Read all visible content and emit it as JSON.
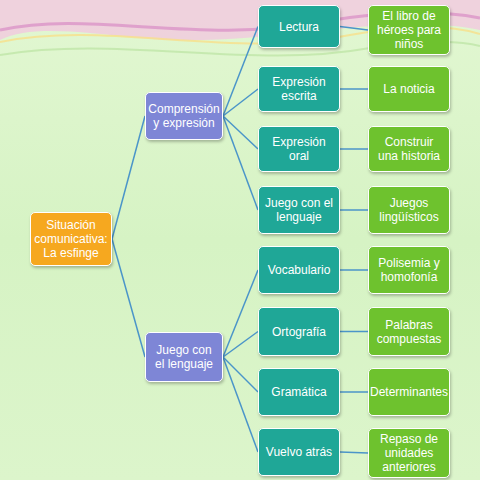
{
  "diagram": {
    "nodes": [
      {
        "text": [
          "Situación comunicativa: La esfinge"
        ]
      },
      {
        "text": [
          "Comprensión y expresión"
        ]
      },
      {
        "text": [
          "Lectura"
        ]
      },
      {
        "text": [
          "El libro de héroes para niños"
        ]
      },
      {
        "text": [
          "Expresión escrita"
        ]
      },
      {
        "text": [
          "La noticia"
        ]
      },
      {
        "text": [
          "Expresión oral"
        ]
      },
      {
        "text": [
          "Construir una historia"
        ]
      },
      {
        "text": [
          "Juego con el lenguaje"
        ]
      },
      {
        "text": [
          "Juegos lingüísticos"
        ]
      },
      {
        "text": [
          "Juego con el lenguaje"
        ]
      },
      {
        "text": [
          "Vocabulario"
        ]
      },
      {
        "text": [
          "Polisemia y homofonía"
        ]
      },
      {
        "text": [
          "Ortografía"
        ]
      },
      {
        "text": [
          "Palabras compuestas"
        ]
      },
      {
        "text": [
          "Gramática"
        ]
      },
      {
        "text": [
          "Determinantes"
        ]
      },
      {
        "text": [
          "Vuelvo atrás"
        ]
      },
      {
        "text": [
          "Repaso de unidades anteriores"
        ]
      }
    ],
    "edges": [
      {
        "from": 0,
        "to": 1,
        "arrow": "none"
      },
      {
        "from": 0,
        "to": 10,
        "arrow": "none"
      },
      {
        "from": 1,
        "to": 2,
        "arrow": "none"
      },
      {
        "from": 1,
        "to": 4,
        "arrow": "none"
      },
      {
        "from": 1,
        "to": 6,
        "arrow": "none"
      },
      {
        "from": 1,
        "to": 8,
        "arrow": "none"
      },
      {
        "from": 2,
        "to": 3,
        "arrow": "none"
      },
      {
        "from": 4,
        "to": 5,
        "arrow": "none"
      },
      {
        "from": 6,
        "to": 7,
        "arrow": "none"
      },
      {
        "from": 8,
        "to": 9,
        "arrow": "none"
      },
      {
        "from": 10,
        "to": 11,
        "arrow": "none"
      },
      {
        "from": 10,
        "to": 13,
        "arrow": "none"
      },
      {
        "from": 10,
        "to": 15,
        "arrow": "none"
      },
      {
        "from": 10,
        "to": 17,
        "arrow": "none"
      },
      {
        "from": 11,
        "to": 12,
        "arrow": "none"
      },
      {
        "from": 13,
        "to": 14,
        "arrow": "none"
      },
      {
        "from": 15,
        "to": 16,
        "arrow": "none"
      },
      {
        "from": 17,
        "to": 18,
        "arrow": "none"
      }
    ]
  }
}
